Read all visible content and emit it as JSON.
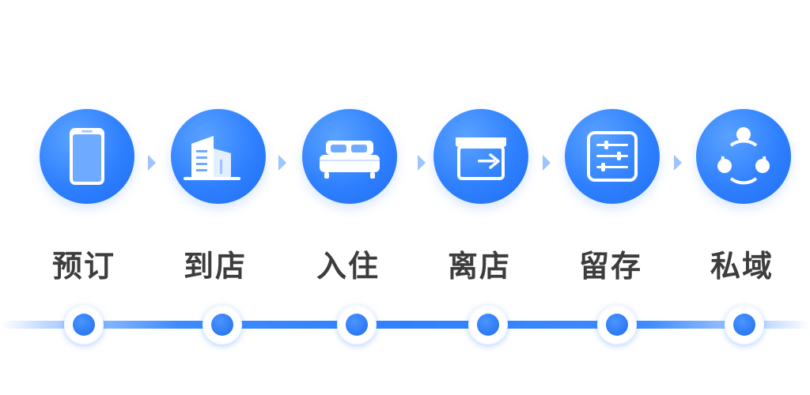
{
  "steps": [
    {
      "label": "预订",
      "icon": "phone-icon"
    },
    {
      "label": "到店",
      "icon": "building-icon"
    },
    {
      "label": "入住",
      "icon": "bed-icon"
    },
    {
      "label": "离店",
      "icon": "store-exit-icon"
    },
    {
      "label": "留存",
      "icon": "sliders-panel-icon"
    },
    {
      "label": "私域",
      "icon": "share-network-icon"
    }
  ],
  "colors": {
    "accent": "#2f80ff",
    "text": "#3d3d3d",
    "arrow": "#9cc4ff"
  }
}
